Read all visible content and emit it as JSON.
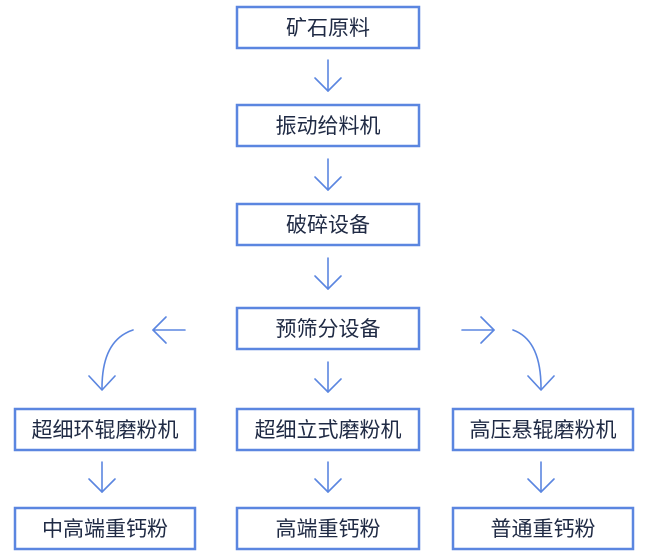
{
  "theme": {
    "stroke_color": "#5b86e0",
    "text_color": "#1f2a44"
  },
  "nodes": {
    "ore": "矿石原料",
    "feeder": "振动给料机",
    "crusher": "破碎设备",
    "screen": "预筛分设备",
    "ring_mill": "超细环辊磨粉机",
    "vertical_mill": "超细立式磨粉机",
    "pendulum_mill": "高压悬辊磨粉机",
    "mid_high_calcium": "中高端重钙粉",
    "high_calcium": "高端重钙粉",
    "normal_calcium": "普通重钙粉"
  }
}
